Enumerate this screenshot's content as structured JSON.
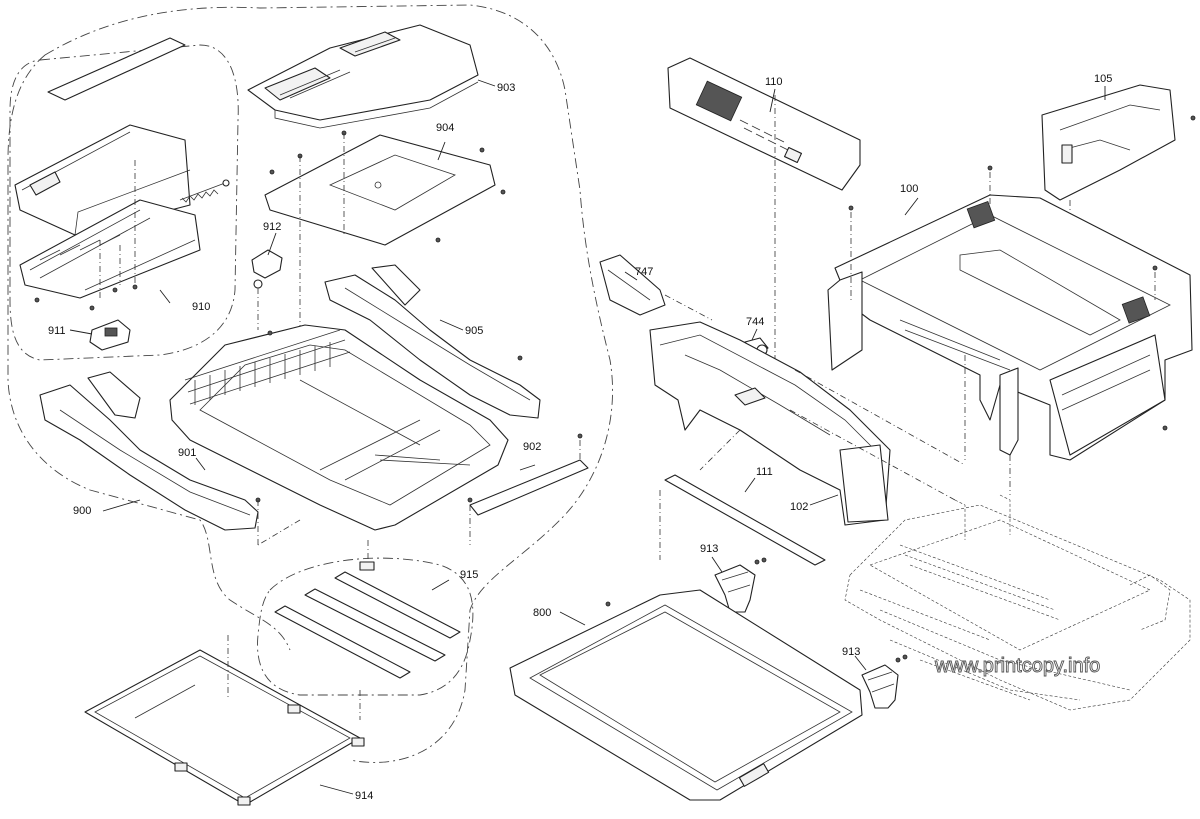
{
  "callouts": {
    "c900": "900",
    "c901": "901",
    "c902": "902",
    "c903": "903",
    "c904": "904",
    "c905": "905",
    "c910": "910",
    "c911": "911",
    "c912": "912",
    "c913a": "913",
    "c913b": "913",
    "c914": "914",
    "c915": "915",
    "c100": "100",
    "c102": "102",
    "c105": "105",
    "c110": "110",
    "c111": "111",
    "c744": "744",
    "c747": "747",
    "c800": "800"
  },
  "watermark": "www.printcopy.info"
}
